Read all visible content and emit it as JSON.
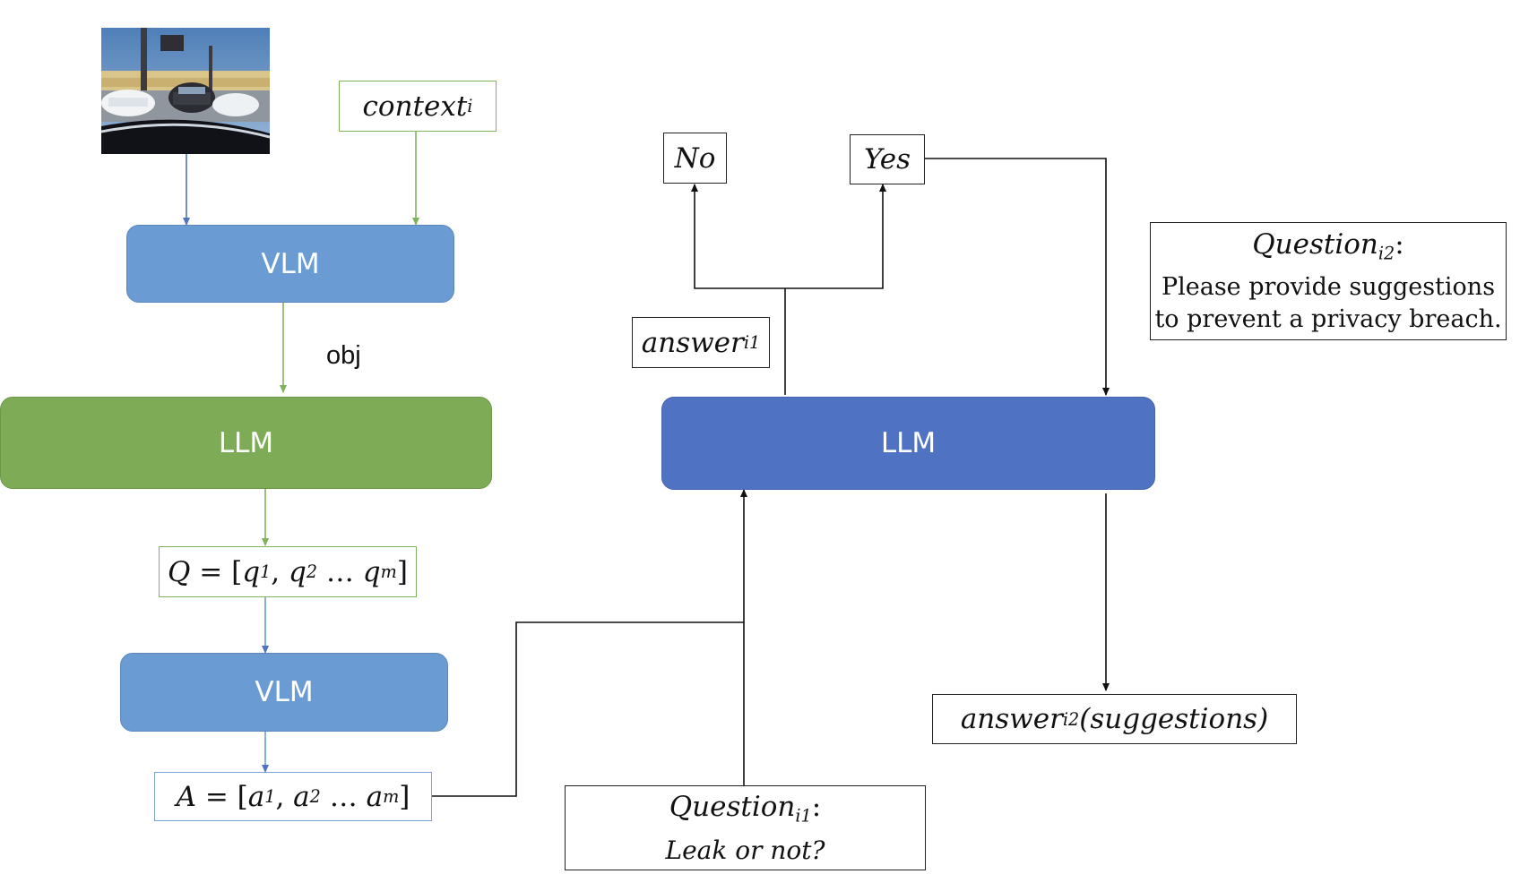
{
  "input": {
    "image_label": "input-photo",
    "context": {
      "base": "context",
      "subscript": "i"
    }
  },
  "left_pipeline": {
    "vlm_top": "VLM",
    "obj_label": "obj",
    "llm": "LLM",
    "questions": {
      "lhs": "Q",
      "items": [
        "q",
        "1",
        "q",
        "2",
        "q",
        "m"
      ]
    },
    "vlm_bottom": "VLM",
    "answers": {
      "lhs": "A",
      "items": [
        "a",
        "1",
        "a",
        "2",
        "a",
        "m"
      ]
    }
  },
  "right_pipeline": {
    "llm": "LLM",
    "no": "No",
    "yes": "Yes",
    "answer_i1": {
      "base": "answer",
      "subscript": "i1"
    },
    "question_i1": {
      "base": "Question",
      "subscript": "i1",
      "colon": ":",
      "text": "Leak or not?"
    },
    "question_i2": {
      "base": "Question",
      "subscript": "i2",
      "colon": ":",
      "line1": "Please provide suggestions",
      "line2": "to prevent a privacy breach."
    },
    "answer_i2": {
      "base": "answer",
      "subscript": "i2",
      "suffix": "(suggestions)"
    }
  },
  "colors": {
    "vlm": "#6a9bd3",
    "llm_left": "#7eab55",
    "llm_right": "#4f73c2",
    "arrow_blue": "#4f73c2",
    "arrow_green": "#7fb35e",
    "arrow_black": "#111111"
  }
}
